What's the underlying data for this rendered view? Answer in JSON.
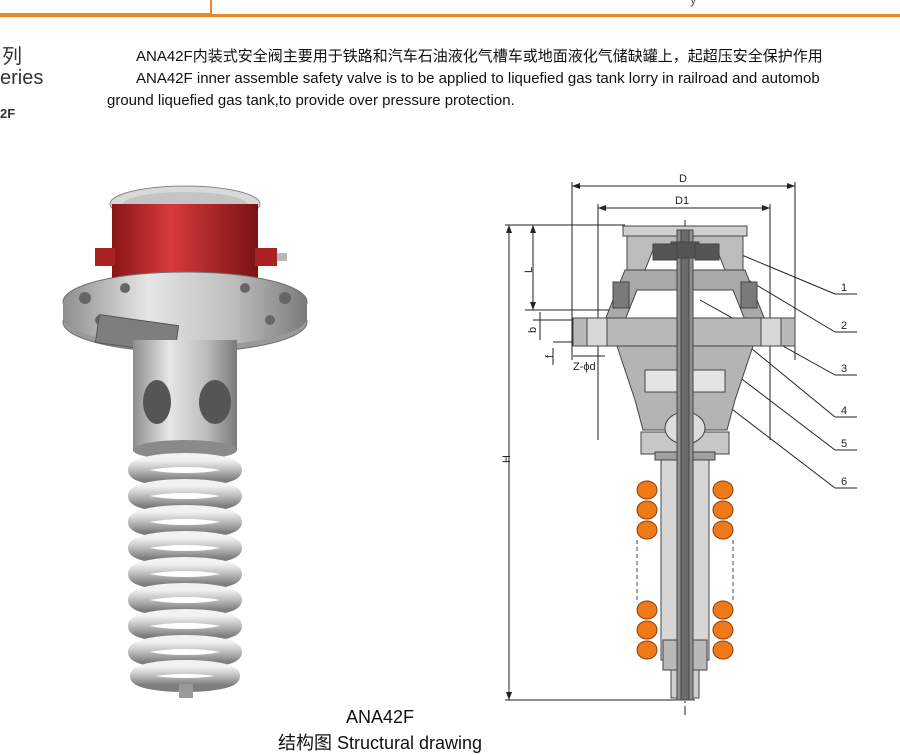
{
  "header": {
    "right_text": "y"
  },
  "sidebar": {
    "title_cn_fragment": "列",
    "title_en_fragment": "eries",
    "model_fragment": "2F"
  },
  "intro": {
    "cn": "ANA42F内装式安全阀主要用于铁路和汽车石油液化气槽车或地面液化气储缺罐上，起超压安全保护作用",
    "en_line1": "ANA42F inner assemble safety valve is to be applied to liquefied gas tank lorry in railroad and automob",
    "en_line2": "ground liquefied gas tank,to provide over pressure protection."
  },
  "drawing": {
    "dim_D": "D",
    "dim_D1": "D1",
    "dim_L": "L",
    "dim_b": "b",
    "dim_f": "f",
    "dim_Z": "Z-ϕd",
    "dim_H": "H",
    "callouts": [
      "1",
      "2",
      "3",
      "4",
      "5",
      "6"
    ],
    "colors": {
      "spring": "#f07a1a",
      "body": "#b4b4b4",
      "dark": "#666666"
    }
  },
  "photo": {
    "colors": {
      "cap": "#c0282a",
      "metal": "#c9c9c9",
      "plate": "#8a8a8a"
    }
  },
  "caption": {
    "model": "ANA42F",
    "label": "结构图  Structural drawing"
  }
}
